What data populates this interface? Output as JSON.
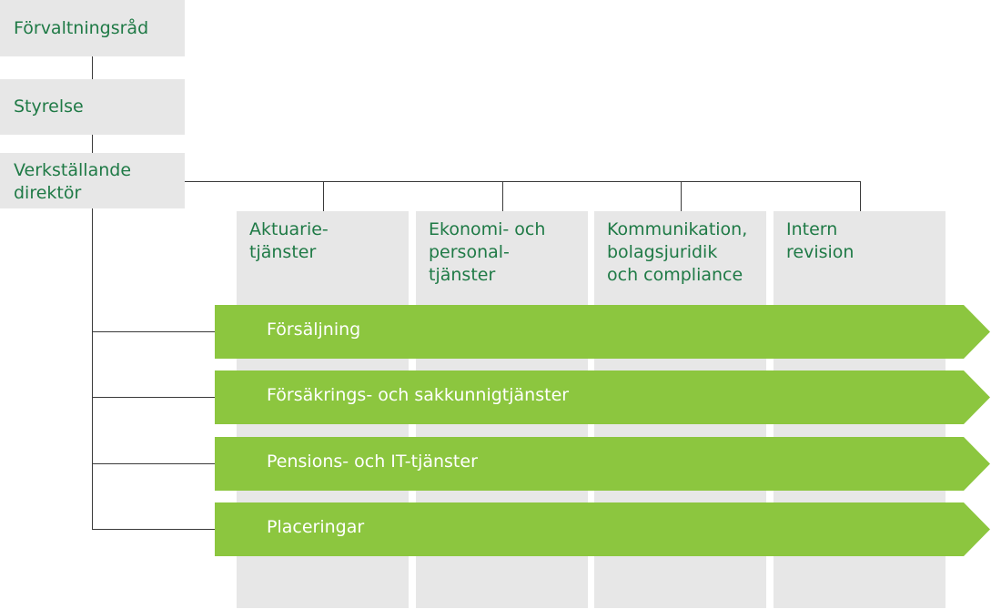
{
  "top_boxes": [
    "Förvaltningsråd",
    "Styrelse",
    "Verkställande\ndirektör"
  ],
  "columns": [
    "Aktuarie-\ntjänster",
    "Ekonomi- och\npersonal-\ntjänster",
    "Kommunikation,\nbolagsjuridik\noch compliance",
    "Intern\nrevision"
  ],
  "arrows": [
    "Försäljning",
    "Försäkrings- och sakkunnigtjänster",
    "Pensions- och IT-tjänster",
    "Placeringar"
  ],
  "colors": {
    "box_fill": "#e7e7e7",
    "text_green": "#1f7a46",
    "arrow_green": "#8cc63f",
    "line": "#3a3a3a"
  }
}
